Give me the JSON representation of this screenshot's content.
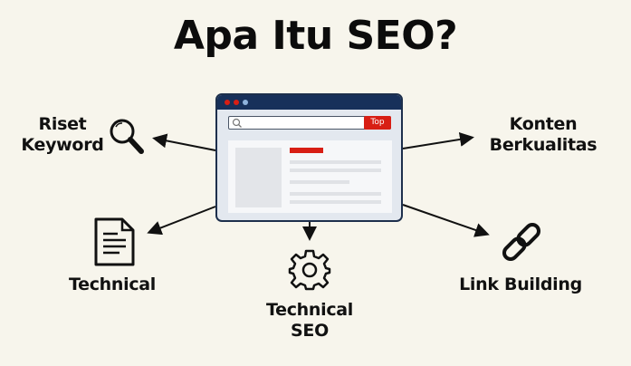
{
  "title": "Apa Itu SEO?",
  "browser": {
    "search_button_label": "Top",
    "window_dots": [
      "#d81e14",
      "#d81e14",
      "#8fb3dc"
    ],
    "accent_color": "#d81e14",
    "frame_color": "#17305a"
  },
  "nodes": {
    "riset_keyword": {
      "line1": "Riset",
      "line2": "Keyword",
      "icon": "magnifier-icon"
    },
    "konten_berkualitas": {
      "line1": "Konten",
      "line2": "Berkualitas"
    },
    "technical": {
      "label": "Technical",
      "icon": "document-icon"
    },
    "technical_seo": {
      "line1": "Technical",
      "line2": "SEO",
      "icon": "gear-icon"
    },
    "link_building": {
      "label": "Link Building",
      "icon": "chain-link-icon"
    }
  },
  "colors": {
    "background": "#f7f5ec",
    "text": "#111111"
  }
}
